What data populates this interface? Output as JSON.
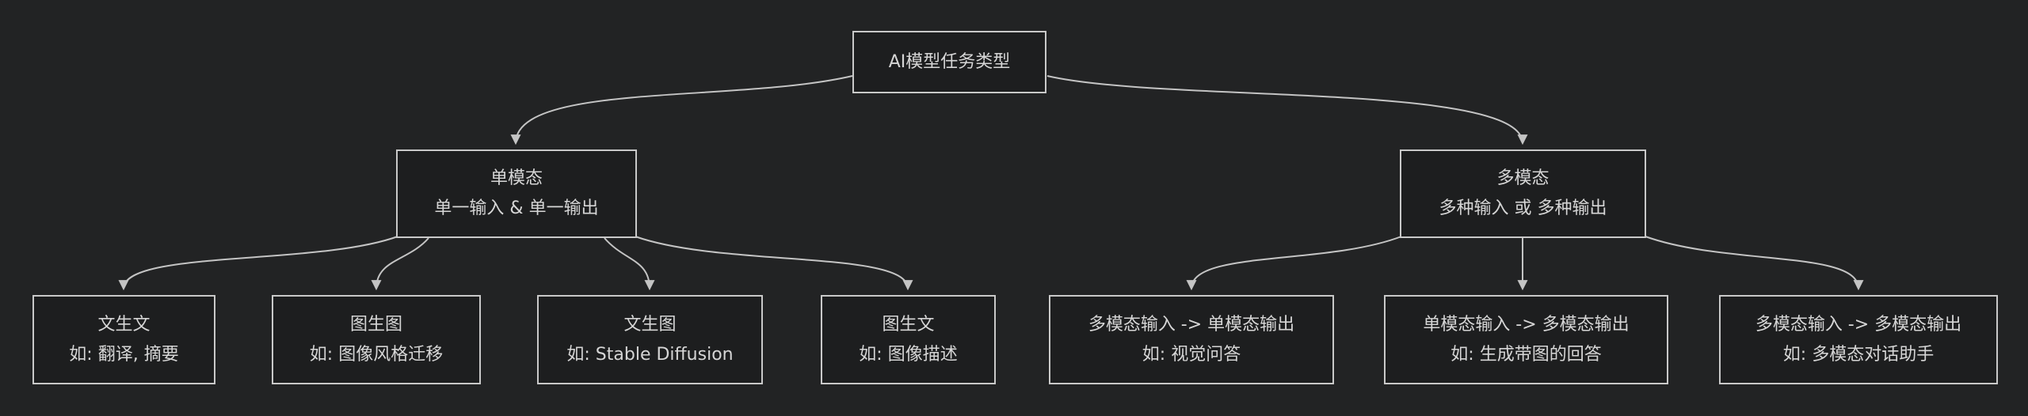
{
  "diagram": {
    "colors": {
      "background": "#222324",
      "node_fill": "#1d1e1f",
      "node_border": "#c9c9c9",
      "text": "#d6d6d6",
      "edge": "#c4c4c4"
    },
    "root": {
      "label": "AI模型任务类型"
    },
    "level2": [
      {
        "line1": "单模态",
        "line2": "单一输入 & 单一输出"
      },
      {
        "line1": "多模态",
        "line2": "多种输入 或 多种输出"
      }
    ],
    "leaves": [
      {
        "line1": "文生文",
        "line2": "如: 翻译, 摘要"
      },
      {
        "line1": "图生图",
        "line2": "如: 图像风格迁移"
      },
      {
        "line1": "文生图",
        "line2": "如: Stable Diffusion"
      },
      {
        "line1": "图生文",
        "line2": "如: 图像描述"
      },
      {
        "line1": "多模态输入 -> 单模态输出",
        "line2": "如: 视觉问答"
      },
      {
        "line1": "单模态输入 -> 多模态输出",
        "line2": "如: 生成带图的回答"
      },
      {
        "line1": "多模态输入 -> 多模态输出",
        "line2": "如: 多模态对话助手"
      }
    ]
  }
}
